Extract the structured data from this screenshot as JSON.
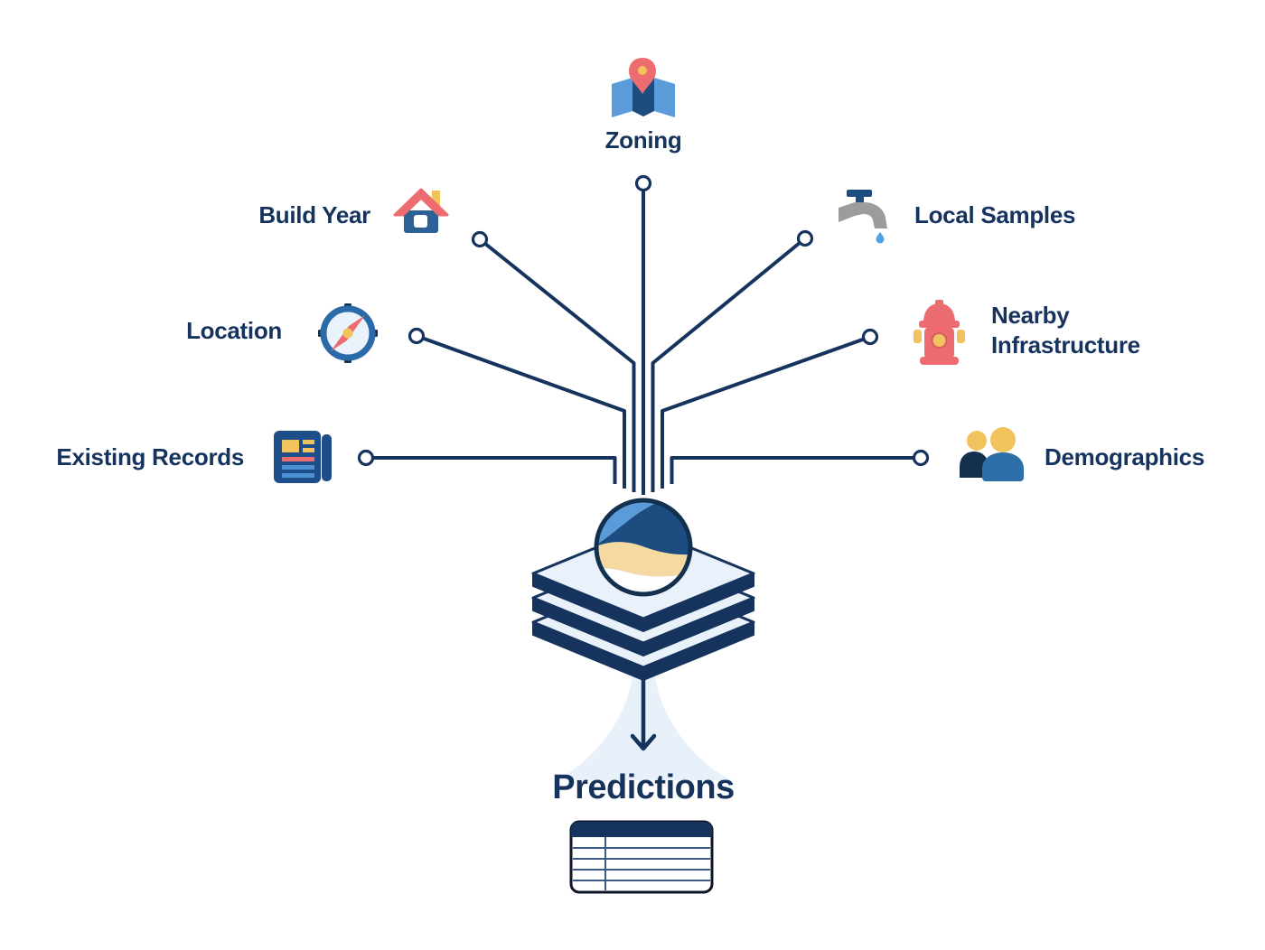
{
  "diagram": {
    "inputs": [
      {
        "label": "Zoning",
        "icon": "map-location-icon"
      },
      {
        "label": "Build Year",
        "icon": "house-icon"
      },
      {
        "label": "Local Samples",
        "icon": "water-tap-icon"
      },
      {
        "label": "Location",
        "icon": "compass-icon"
      },
      {
        "label": "Nearby Infrastructure",
        "icon": "fire-hydrant-icon"
      },
      {
        "label": "Existing Records",
        "icon": "newspaper-icon"
      },
      {
        "label": "Demographics",
        "icon": "people-icon"
      }
    ],
    "center": {
      "icon": "wave-logo",
      "element": "data-layers-stack"
    },
    "output": {
      "label": "Predictions",
      "icon": "table-icon"
    },
    "colors": {
      "navy": "#16335E",
      "dark_navy": "#14304F",
      "steel_blue": "#2E6EA8",
      "house_blue": "#2D6095",
      "light_blue": "#5B9BD9",
      "pale_blue": "#E9F1FB",
      "funnel_blue": "#E8F0FA",
      "sand": "#F4D9A0",
      "coral": "#ED6C70",
      "yellow": "#F0C35C",
      "tap_gray": "#9C9C9C",
      "drop_blue": "#4FA3E3",
      "table_border": "#0D1526",
      "table_grid": "#3C5A85"
    }
  }
}
